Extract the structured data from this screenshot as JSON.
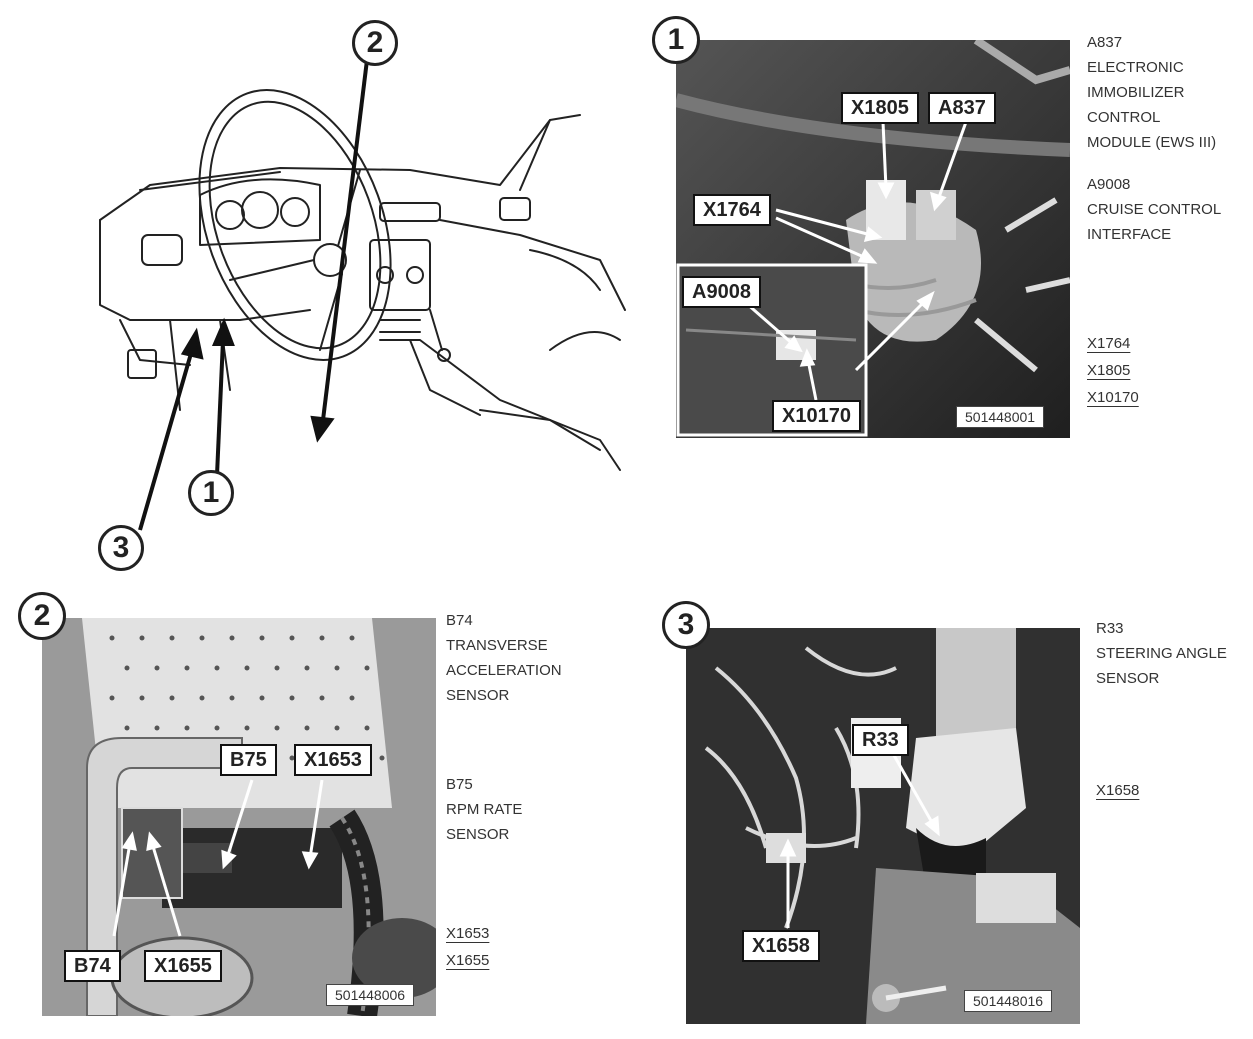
{
  "overview": {
    "callouts": [
      "2",
      "1",
      "3"
    ]
  },
  "panel1": {
    "number": "1",
    "tags": {
      "x1805": "X1805",
      "a837": "A837",
      "x1764": "X1764",
      "a9008": "A9008",
      "x10170": "X10170"
    },
    "figure_id": "501448001",
    "legend": [
      {
        "code": "A837",
        "desc": [
          "ELECTRONIC",
          "IMMOBILIZER",
          "CONTROL",
          "MODULE (EWS III)"
        ]
      },
      {
        "code": "A9008",
        "desc": [
          "CRUISE CONTROL",
          "INTERFACE"
        ]
      }
    ],
    "connectors": [
      "X1764",
      "X1805",
      "X10170"
    ]
  },
  "panel2": {
    "number": "2",
    "tags": {
      "b75": "B75",
      "x1653": "X1653",
      "b74": "B74",
      "x1655": "X1655"
    },
    "figure_id": "501448006",
    "legend": [
      {
        "code": "B74",
        "desc": [
          "TRANSVERSE",
          "ACCELERATION",
          "SENSOR"
        ]
      },
      {
        "code": "B75",
        "desc": [
          "RPM RATE",
          "SENSOR"
        ]
      }
    ],
    "connectors": [
      "X1653",
      "X1655"
    ]
  },
  "panel3": {
    "number": "3",
    "tags": {
      "r33": "R33",
      "x1658": "X1658"
    },
    "figure_id": "501448016",
    "legend": [
      {
        "code": "R33",
        "desc": [
          "STEERING ANGLE",
          "SENSOR"
        ]
      }
    ],
    "connectors": [
      "X1658"
    ]
  }
}
